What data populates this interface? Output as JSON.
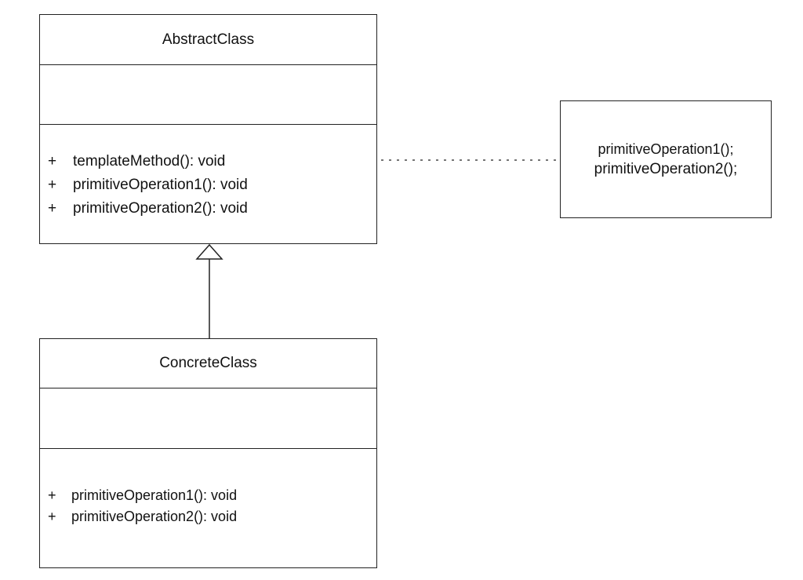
{
  "abstract_class": {
    "name": "AbstractClass",
    "operations": [
      {
        "visibility": "+",
        "signature": "templateMethod(): void"
      },
      {
        "visibility": "+",
        "signature": "primitiveOperation1(): void"
      },
      {
        "visibility": "+",
        "signature": "primitiveOperation2(): void"
      }
    ]
  },
  "concrete_class": {
    "name": "ConcreteClass",
    "operations": [
      {
        "visibility": "+",
        "signature": "primitiveOperation1(): void"
      },
      {
        "visibility": "+",
        "signature": "primitiveOperation2(): void"
      }
    ]
  },
  "note": {
    "lines": [
      "primitiveOperation1();",
      "primitiveOperation2();"
    ]
  }
}
